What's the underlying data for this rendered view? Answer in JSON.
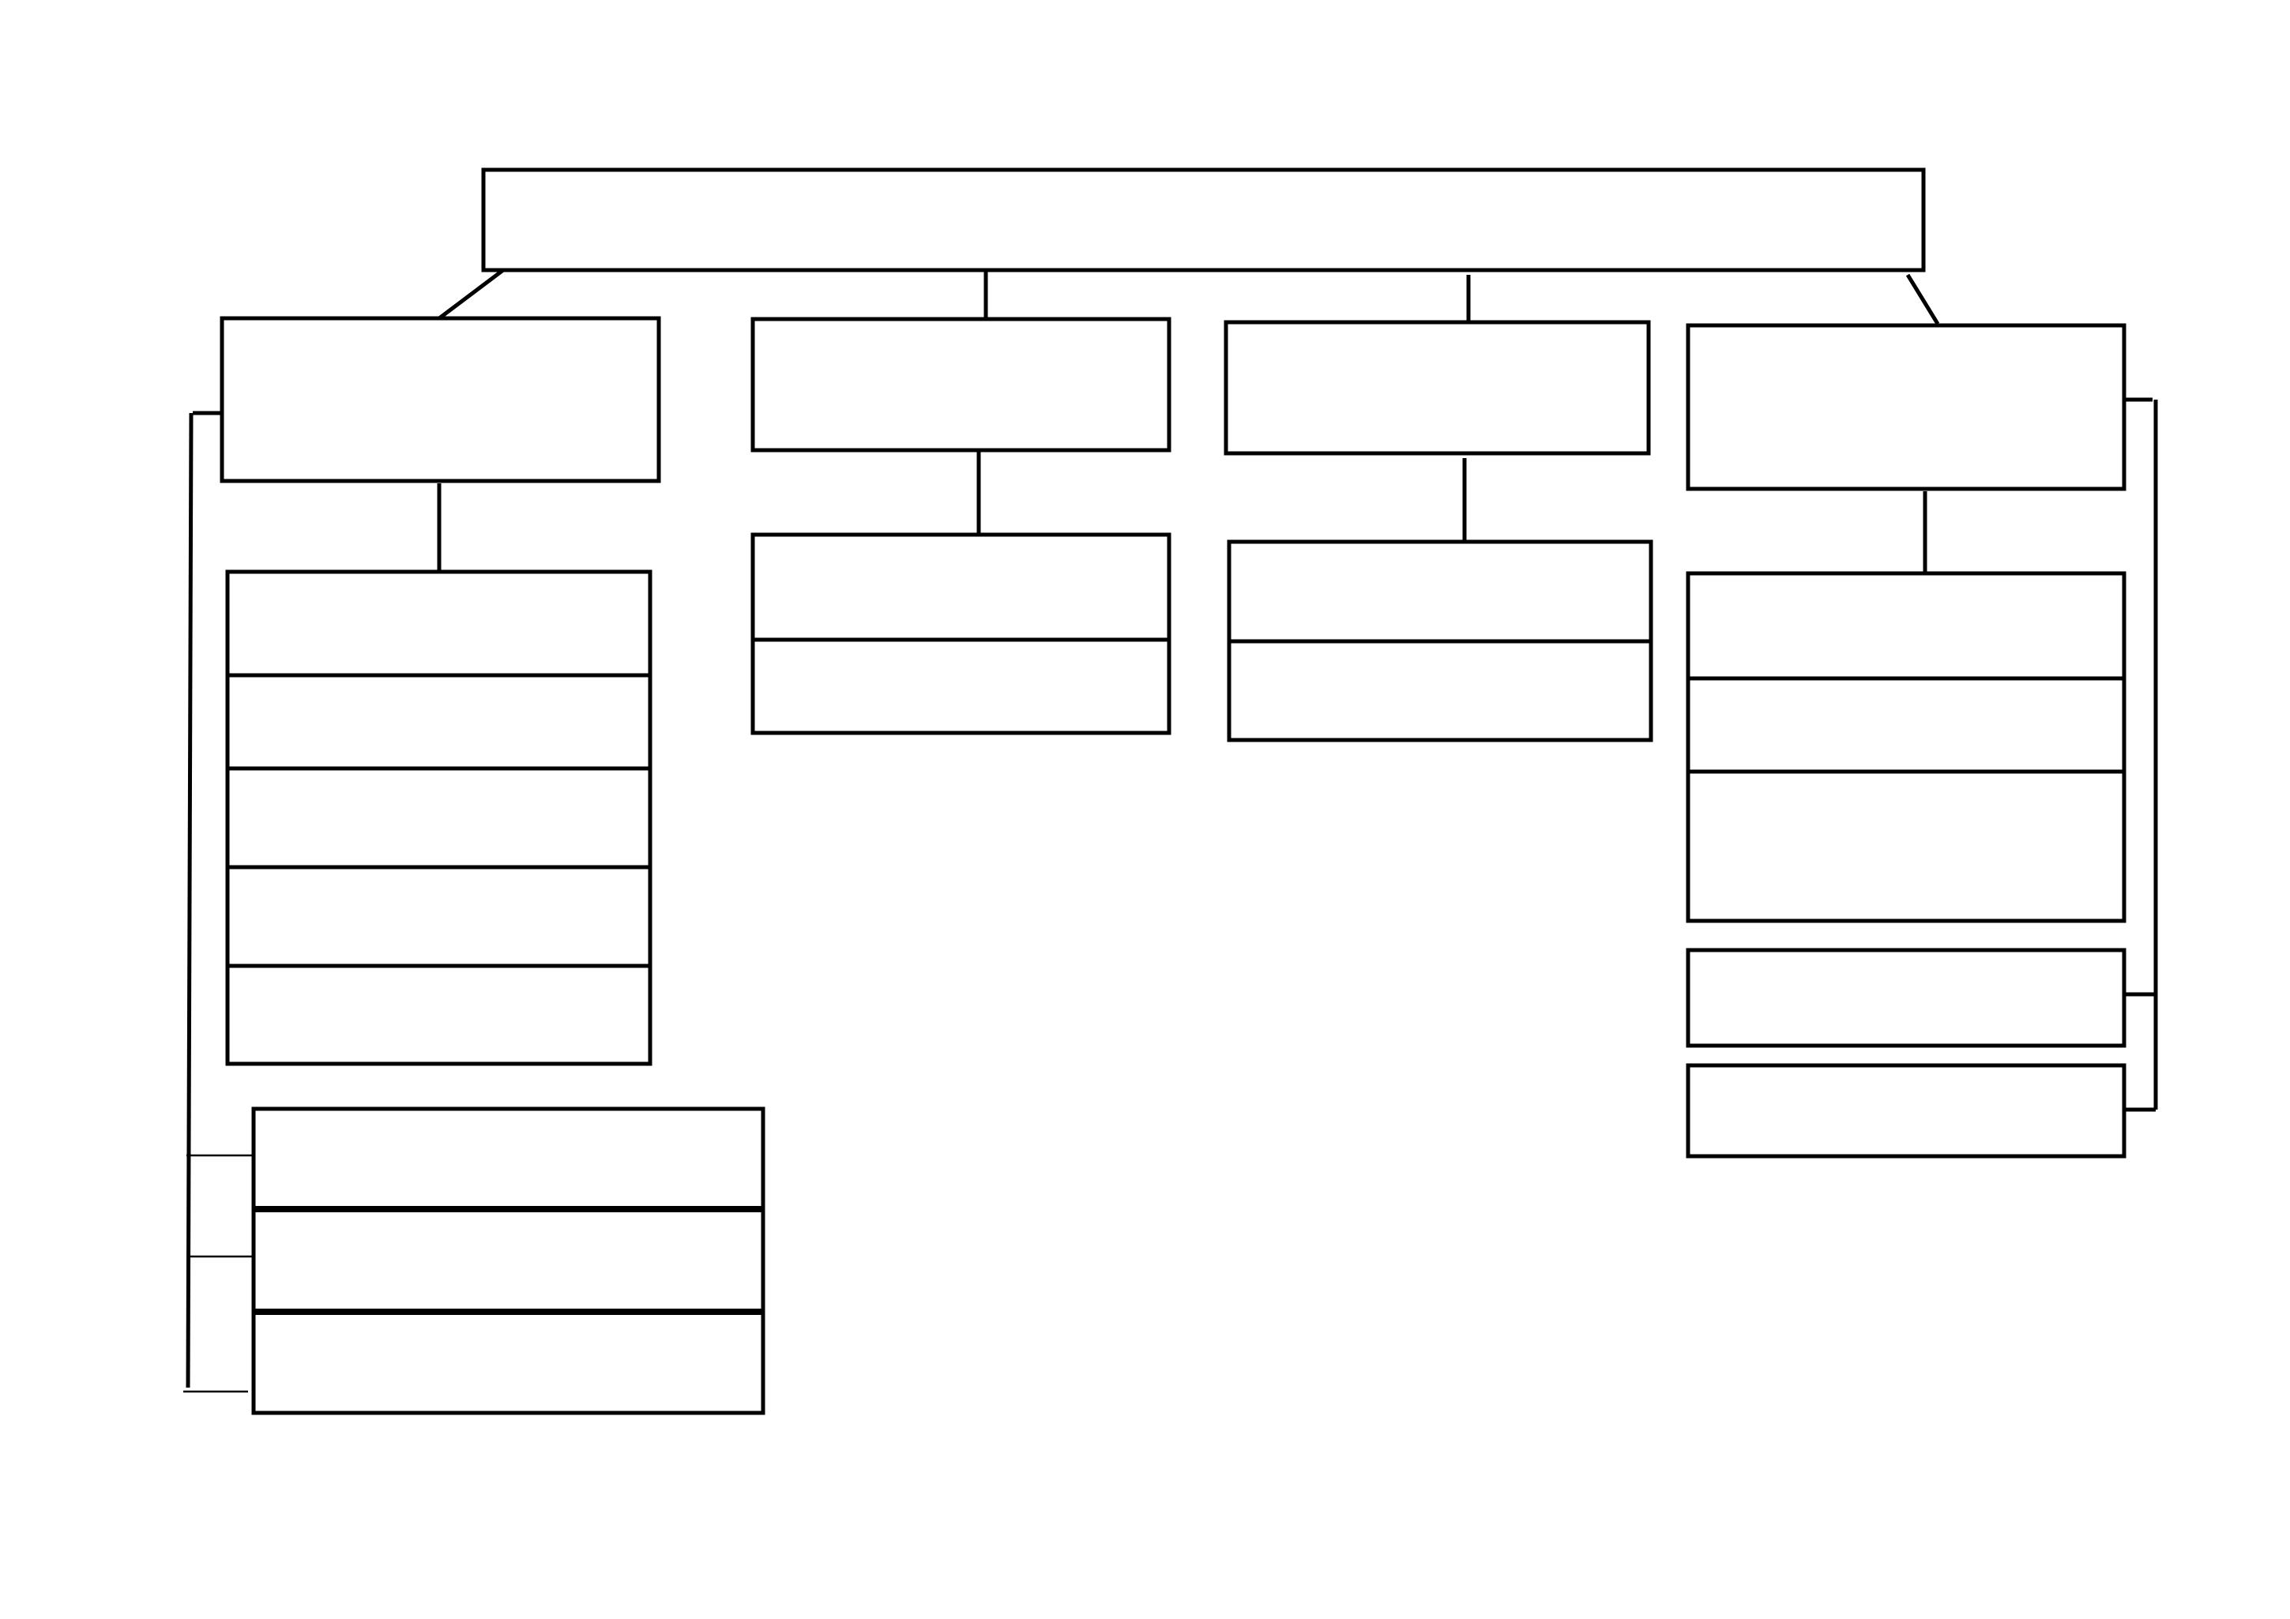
{
  "diagram": {
    "kind": "blank hierarchy / organizational chart template",
    "line_color": "#000000",
    "background_color": "#ffffff",
    "boxes_have_text": false,
    "root_box_count": 1,
    "branch_count": 4,
    "branch_box_counts": {
      "branch_1": {
        "header": 1,
        "stacked_cells": 5,
        "side_stacked_cells": 3
      },
      "branch_2": {
        "header": 1,
        "stacked_cells": 2
      },
      "branch_3": {
        "header": 1,
        "stacked_cells": 2
      },
      "branch_4": {
        "header": 1,
        "stacked_cells": 3,
        "side_boxes": 2
      }
    }
  }
}
